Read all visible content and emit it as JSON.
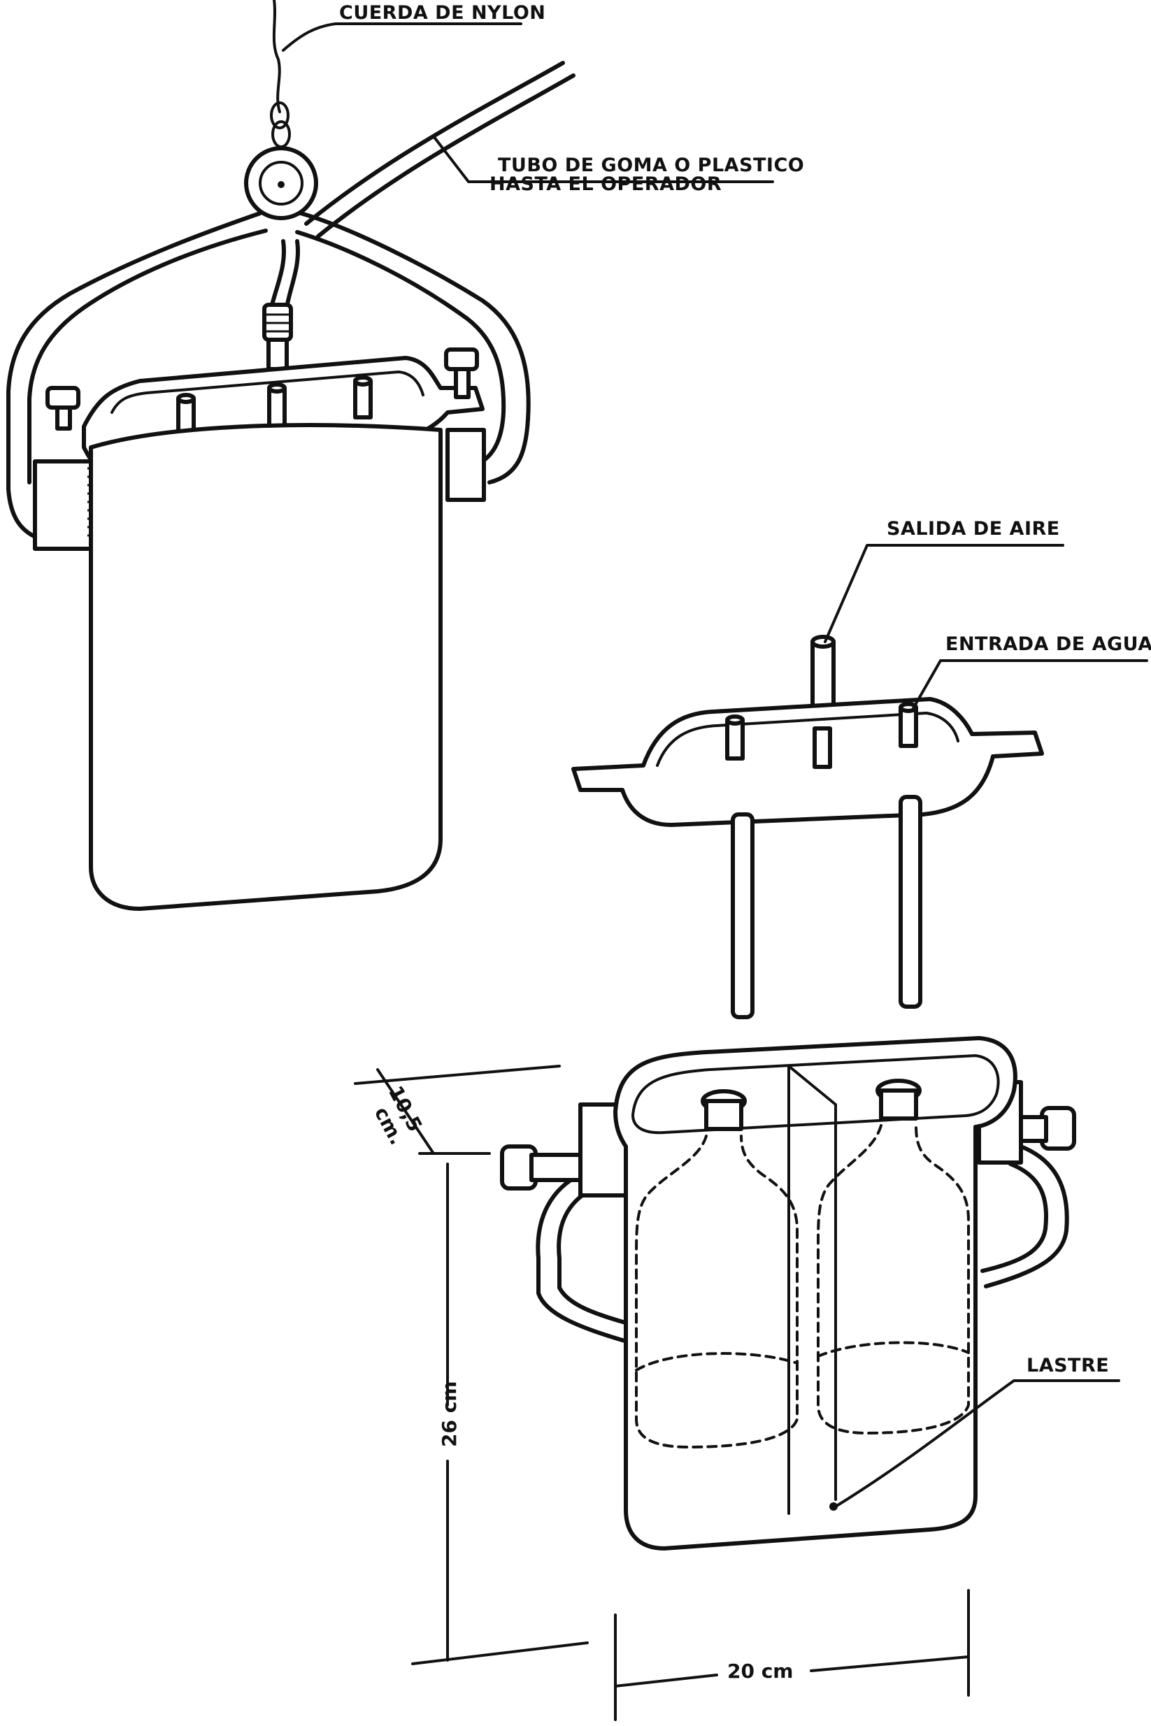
{
  "labels": {
    "nylon_cord": "CUERDA DE NYLON",
    "tube_line1": "TUBO DE GOMA O PLASTICO",
    "tube_line2": "HASTA EL OPERADOR",
    "air_outlet": "SALIDA DE AIRE",
    "water_inlet": "ENTRADA DE AGUA",
    "ballast": "LASTRE"
  },
  "dimensions": {
    "depth": "10,5",
    "depth_unit": "cm.",
    "height": "26 cm",
    "width": "20 cm"
  },
  "colors": {
    "ink": "#111111",
    "paper": "#ffffff"
  }
}
